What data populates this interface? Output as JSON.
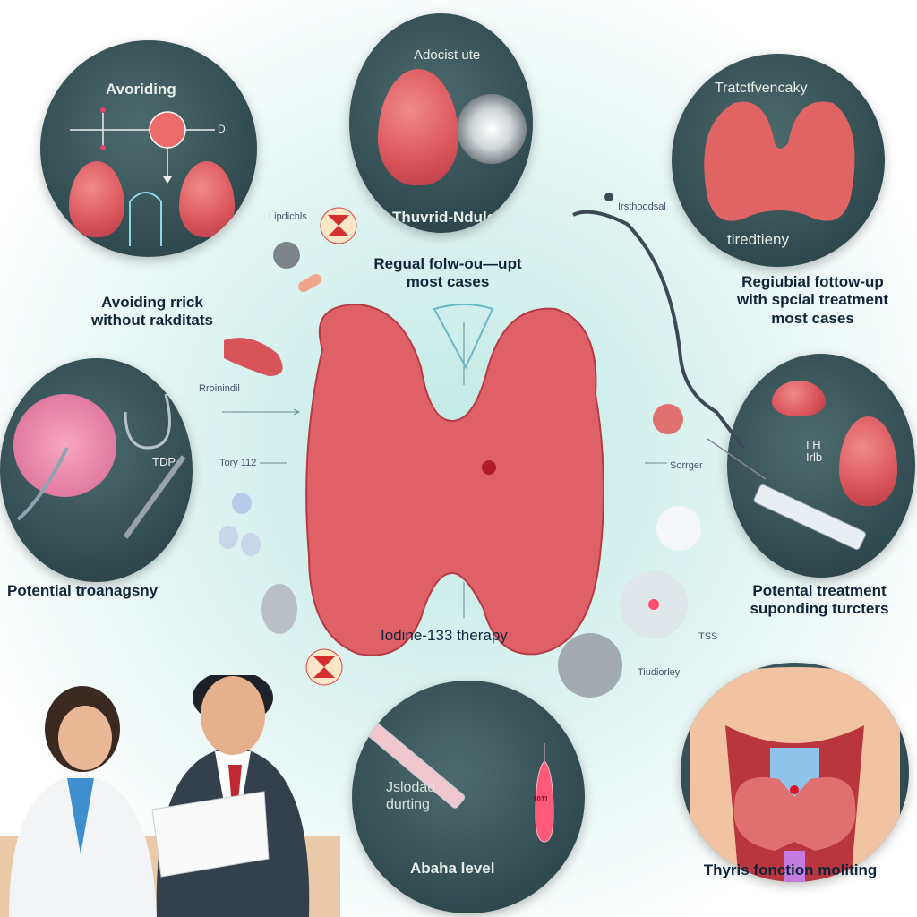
{
  "panels": {
    "top_left": {
      "title": "Avoriding",
      "label_d": "D",
      "caption": [
        "Avoiding rrick",
        "without rakditats"
      ]
    },
    "top_center": {
      "title": "Adocist ute",
      "subtitle": "Thuvrid-Ndules",
      "caption": [
        "Regual folw-ou—upt",
        "most cases"
      ]
    },
    "top_right": {
      "title": "Tratctfvencaky",
      "subtitle": "tiredtieny",
      "caption": [
        "Regiubial fottow-up",
        "with spcial treatment",
        "most cases"
      ]
    },
    "mid_left": {
      "label": "TDP",
      "caption": "Potential troanagsny"
    },
    "mid_right": {
      "label": [
        "I H",
        "Irlb"
      ],
      "caption": [
        "Potental treatment",
        "suponding turcters"
      ]
    },
    "bottom_center": {
      "label": [
        "Jslodad",
        "durting"
      ],
      "subtitle": "Abaha level",
      "vial_label": "1011"
    },
    "bottom_right": {
      "caption": "Thyris fonction moliting"
    }
  },
  "center": {
    "caption": "Iodine-133 therapy"
  },
  "annotations": {
    "lipdichs": "Lipdichls",
    "stethoscope": "Irsthoodsal",
    "left_arrow_top": "Rroinindil",
    "left_arrow_bottom": "Tory 112",
    "right_arrow": "Sorrger",
    "tss": "TSS",
    "sphere": "Tiudiorley"
  },
  "colors": {
    "panel": "#2f4a4e",
    "thyroid": "#d9535b",
    "caption": "#10253a",
    "radiation": "#d32f2f"
  }
}
